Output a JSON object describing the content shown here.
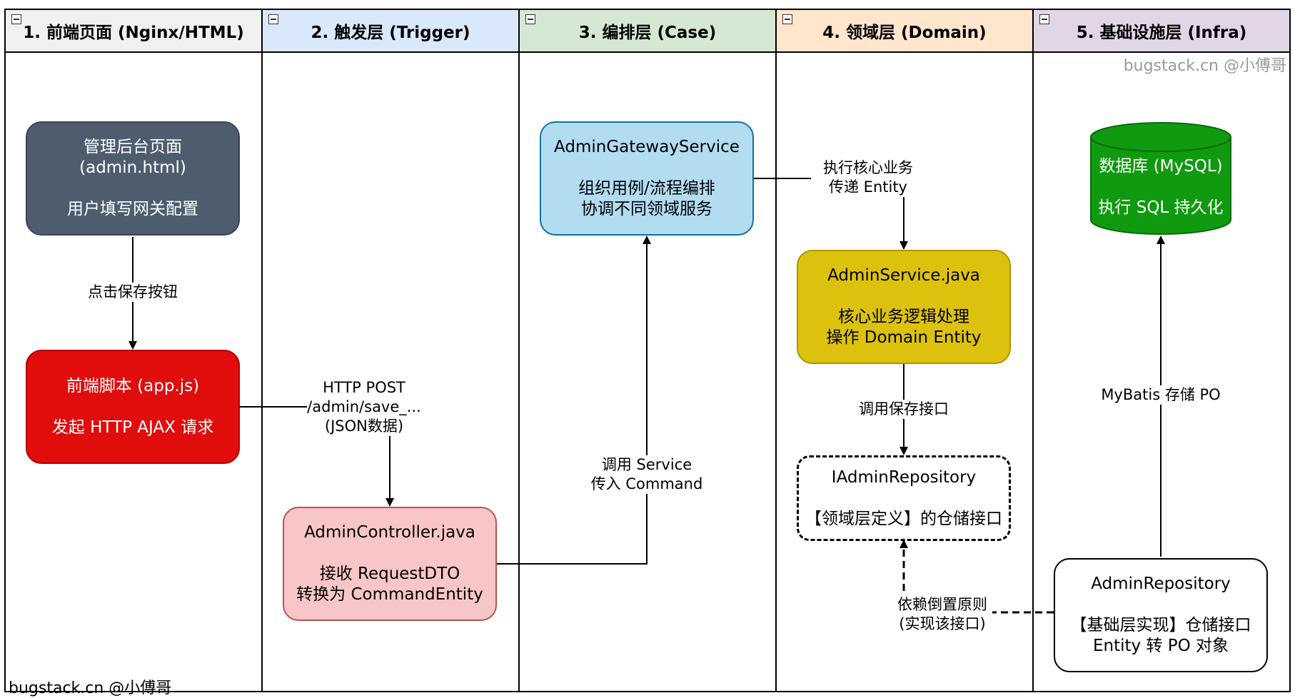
{
  "lanes": [
    {
      "title": "1. 前端页面 (Nginx/HTML)",
      "color": "#f0f0f0"
    },
    {
      "title": "2. 触发层 (Trigger)",
      "color": "#dae8fc"
    },
    {
      "title": "3. 编排层 (Case)",
      "color": "#d5e8d4"
    },
    {
      "title": "4. 领域层 (Domain)",
      "color": "#ffe6cc"
    },
    {
      "title": "5. 基础设施层 (Infra)",
      "color": "#e1d5e7"
    }
  ],
  "nodes": {
    "admin_page": {
      "line1": "管理后台页面",
      "line2": "(admin.html)",
      "line3": "用户填写网关配置",
      "color": "#4e5d6e"
    },
    "frontend_script": {
      "line1": "前端脚本 (app.js)",
      "line2": "发起 HTTP AJAX 请求",
      "color": "#e10c0c"
    },
    "admin_controller": {
      "line1": "AdminController.java",
      "line2": "接收 RequestDTO",
      "line3": "转换为 CommandEntity",
      "color": "#f8c6c6"
    },
    "gateway_service": {
      "line1": "AdminGatewayService",
      "line2": "组织用例/流程编排",
      "line3": "协调不同领域服务",
      "color": "#b2dcf0"
    },
    "admin_service": {
      "line1": "AdminService.java",
      "line2": "核心业务逻辑处理",
      "line3": "操作 Domain Entity",
      "color": "#dcc20c"
    },
    "admin_repo_interface": {
      "line1": "IAdminRepository",
      "line2": "【领域层定义】的仓储接口"
    },
    "database": {
      "line1": "数据库 (MySQL)",
      "line2": "执行 SQL 持久化",
      "color": "#0f9a0f"
    },
    "admin_repository": {
      "line1": "AdminRepository",
      "line2": "【基础层实现】仓储接口",
      "line3": "Entity 转 PO 对象"
    }
  },
  "edge_labels": {
    "click_save": "点击保存按钮",
    "http_post_1": "HTTP POST",
    "http_post_2": "/admin/save_...",
    "http_post_3": "(JSON数据)",
    "call_service_1": "调用 Service",
    "call_service_2": "传入 Command",
    "exec_core_1": "执行核心业务",
    "exec_core_2": "传递 Entity",
    "call_save": "调用保存接口",
    "dip_1": "依赖倒置原则",
    "dip_2": "(实现该接口)",
    "mybatis": "MyBatis 存储 PO"
  },
  "watermarks": {
    "top_right": "bugstack.cn @小傅哥",
    "bottom_left": "bugstack.cn @小傅哥"
  }
}
